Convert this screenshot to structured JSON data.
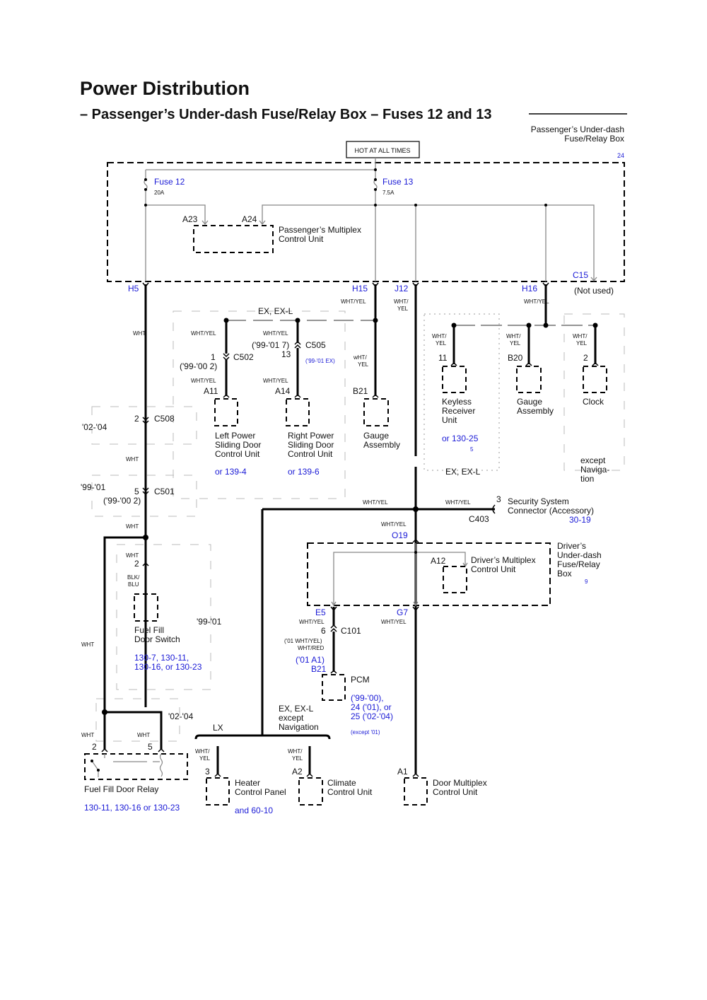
{
  "header": {
    "title": "Power Distribution",
    "subtitle": "– Passenger’s Under-dash Fuse/Relay Box – Fuses 12 and 13",
    "box_name": [
      "Passenger’s Under-dash",
      "Fuse/Relay Box"
    ],
    "box_ref": "24",
    "hot_label": "HOT AT ALL TIMES"
  },
  "fuses": [
    {
      "name": "Fuse 12",
      "rating": "20A"
    },
    {
      "name": "Fuse 13",
      "rating": "7.5A"
    }
  ],
  "passenger_mpcu": {
    "pins": [
      "A23",
      "A24"
    ],
    "name": [
      "Passenger’s Multiplex",
      "Control Unit"
    ]
  },
  "terminals": {
    "h5": "H5",
    "h15": "H15",
    "j12": "J12",
    "h16": "H16",
    "c15": "C15",
    "not_used": "(Not used)"
  },
  "wires": {
    "wht": "WHT",
    "wht_yel": "WHT/YEL",
    "wht_slash": "WHT/",
    "yel": "YEL",
    "wht_yel_broken": [
      "wHT/",
      "YEL"
    ],
    "blk": "BLK/",
    "blu": "BLU",
    "wht_red": "WHT/RED",
    "wht_yel_01": "('01 WHT/YEL)"
  },
  "sliding": {
    "variant": "EX, EX-L",
    "c502": {
      "pin": "1",
      "alt": "('99-'00 2)",
      "name": "C502"
    },
    "c505": {
      "pin": "13",
      "alt": "('99-'01 7)",
      "name": "C505",
      "note": "('99-'01 EX)"
    },
    "left": {
      "pin": "A11",
      "name": [
        "Left Power",
        "Sliding Door",
        "Control Unit"
      ],
      "ref": "or 139-4"
    },
    "right": {
      "pin": "A14",
      "name": [
        "Right Power",
        "Sliding Door",
        "Control Unit"
      ],
      "ref": "or 139-6"
    },
    "gauge": {
      "pin": "B21",
      "name": [
        "Gauge",
        "Assembly"
      ]
    }
  },
  "h16_group": {
    "keyless": {
      "pin": "11",
      "name": [
        "Keyless",
        "Receiver",
        "Unit"
      ],
      "ref": "or 130-25",
      "ref2": "5",
      "variant": "EX, EX-L"
    },
    "gauge": {
      "pin": "B20",
      "name": [
        "Gauge",
        "Assembly"
      ]
    },
    "clock": {
      "pin": "2",
      "name": "Clock",
      "variant": [
        "except",
        "Naviga-",
        "tion"
      ]
    }
  },
  "h5_branch": {
    "c508": {
      "pin": "2",
      "name": "C508",
      "years": "'02-'04"
    },
    "c501": {
      "pin": "5",
      "name": "C501",
      "years": "'99-'01",
      "alt": "('99-'00 2)"
    },
    "switch": {
      "pin": "2",
      "name": [
        "Fuel Fill",
        "Door Switch"
      ],
      "years": "'99-'01",
      "refs": [
        "130-7, 130-11,",
        "130-16, or 130-23"
      ]
    },
    "relay": {
      "pins": [
        "2",
        "5"
      ],
      "name": "Fuel Fill Door Relay",
      "years": "'02-'04",
      "ref": "130-11, 130-16 or 130-23"
    }
  },
  "security": {
    "pin": "3",
    "name": [
      "Security System",
      "Connector (Accessory)"
    ],
    "ref": "30-19",
    "connector": "C403"
  },
  "driver_box": {
    "in_pin": "O19",
    "name": [
      "Driver’s",
      "Under-dash",
      "Fuse/Relay",
      "Box"
    ],
    "ref": "9",
    "mpcu_pin": "A12",
    "mpcu_name": [
      "Driver’s Multiplex",
      "Control Unit"
    ],
    "out_pins": [
      "E5",
      "G7"
    ]
  },
  "pcm": {
    "c101_pin": "6",
    "c101": "C101",
    "alt_pin": "('01 A1)",
    "pin": "B21",
    "name": "PCM",
    "refs": [
      "('99-'00),",
      "24 ('01), or",
      "25 ('02-'04)"
    ],
    "note": "(except '01)"
  },
  "bottom": {
    "lx": "LX",
    "ex_variant": [
      "EX, EX-L",
      "except",
      "Navigation"
    ],
    "heater": {
      "pin": "3",
      "name": [
        "Heater",
        "Control Panel"
      ],
      "ref": "and 60-10"
    },
    "climate": {
      "pin": "A2",
      "name": [
        "Climate",
        "Control Unit"
      ]
    },
    "door": {
      "pin": "A1",
      "name": [
        "Door Multiplex",
        "Control Unit"
      ]
    }
  }
}
